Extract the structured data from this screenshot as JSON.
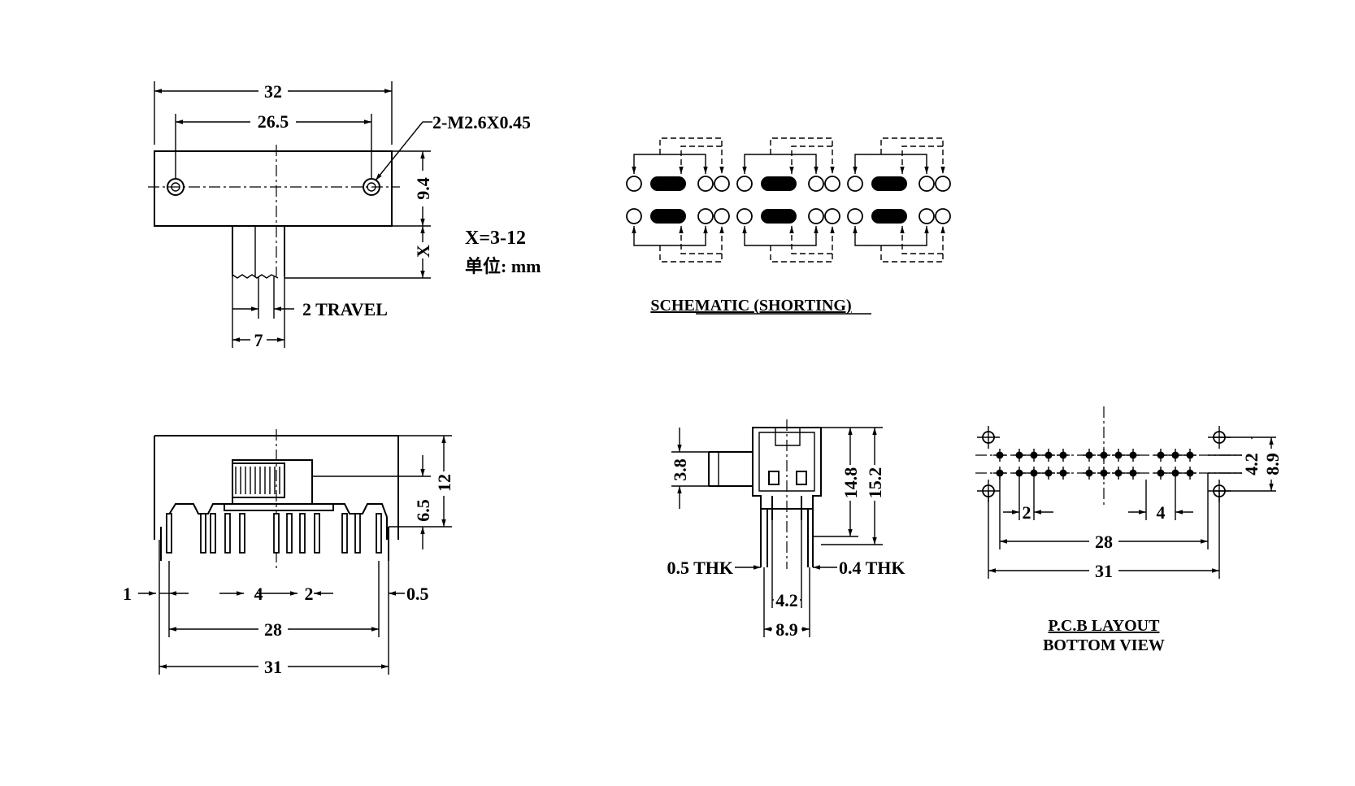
{
  "top_view": {
    "dim_overall": "32",
    "dim_hole_spacing": "26.5",
    "hole_callout": "2-M2.6X0.45",
    "dim_height": "9.4",
    "dim_x": "X",
    "note_x": "X=3-12",
    "note_unit": "单位: mm",
    "dim_travel": "2 TRAVEL",
    "dim_actuator": "7"
  },
  "schematic": {
    "caption": "SCHEMATIC (SHORTING)"
  },
  "front_view": {
    "dim_lead_width": "1",
    "dim_pitch_4": "4",
    "dim_pitch_2": "2",
    "dim_lead_thk": "0.5",
    "dim_28": "28",
    "dim_31": "31",
    "dim_6_5": "6.5",
    "dim_12": "12"
  },
  "side_view": {
    "dim_3_8": "3.8",
    "dim_14_8": "14.8",
    "dim_15_2": "15.2",
    "label_left_thk": "0.5 THK",
    "label_right_thk": "0.4 THK",
    "dim_4_2": "4.2",
    "dim_8_9": "8.9"
  },
  "pcb_layout": {
    "dim_4_2": "4.2",
    "dim_8_9": "8.9",
    "dim_2": "2",
    "dim_4": "4",
    "dim_28": "28",
    "dim_31": "31",
    "caption_line1": "P.C.B LAYOUT",
    "caption_line2": "BOTTOM VIEW"
  }
}
